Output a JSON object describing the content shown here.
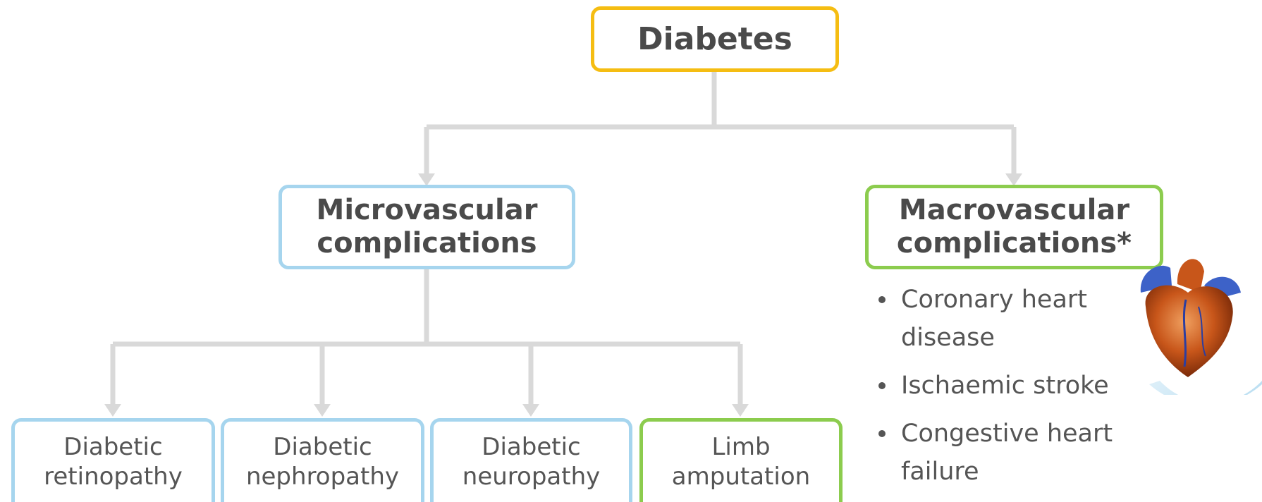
{
  "root": {
    "label": "Diabetes"
  },
  "micro": {
    "label": "Microvascular\ncomplications"
  },
  "macro": {
    "label": "Macrovascular\ncomplications*"
  },
  "leaves": [
    {
      "label": "Diabetic\nretinopathy"
    },
    {
      "label": "Diabetic\nnephropathy"
    },
    {
      "label": "Diabetic\nneuropathy"
    },
    {
      "label": "Limb\namputation"
    }
  ],
  "macro_items": [
    "Coronary heart\ndisease",
    "Ischaemic stroke",
    "Congestive heart\nfailure"
  ],
  "colors": {
    "root_border": "#f5bd12",
    "micro_border": "#a6d5ee",
    "macro_border": "#8ccc4e",
    "connector": "#d9d9d9",
    "text": "#555555"
  },
  "icons": {
    "heart": "heart-illustration"
  }
}
